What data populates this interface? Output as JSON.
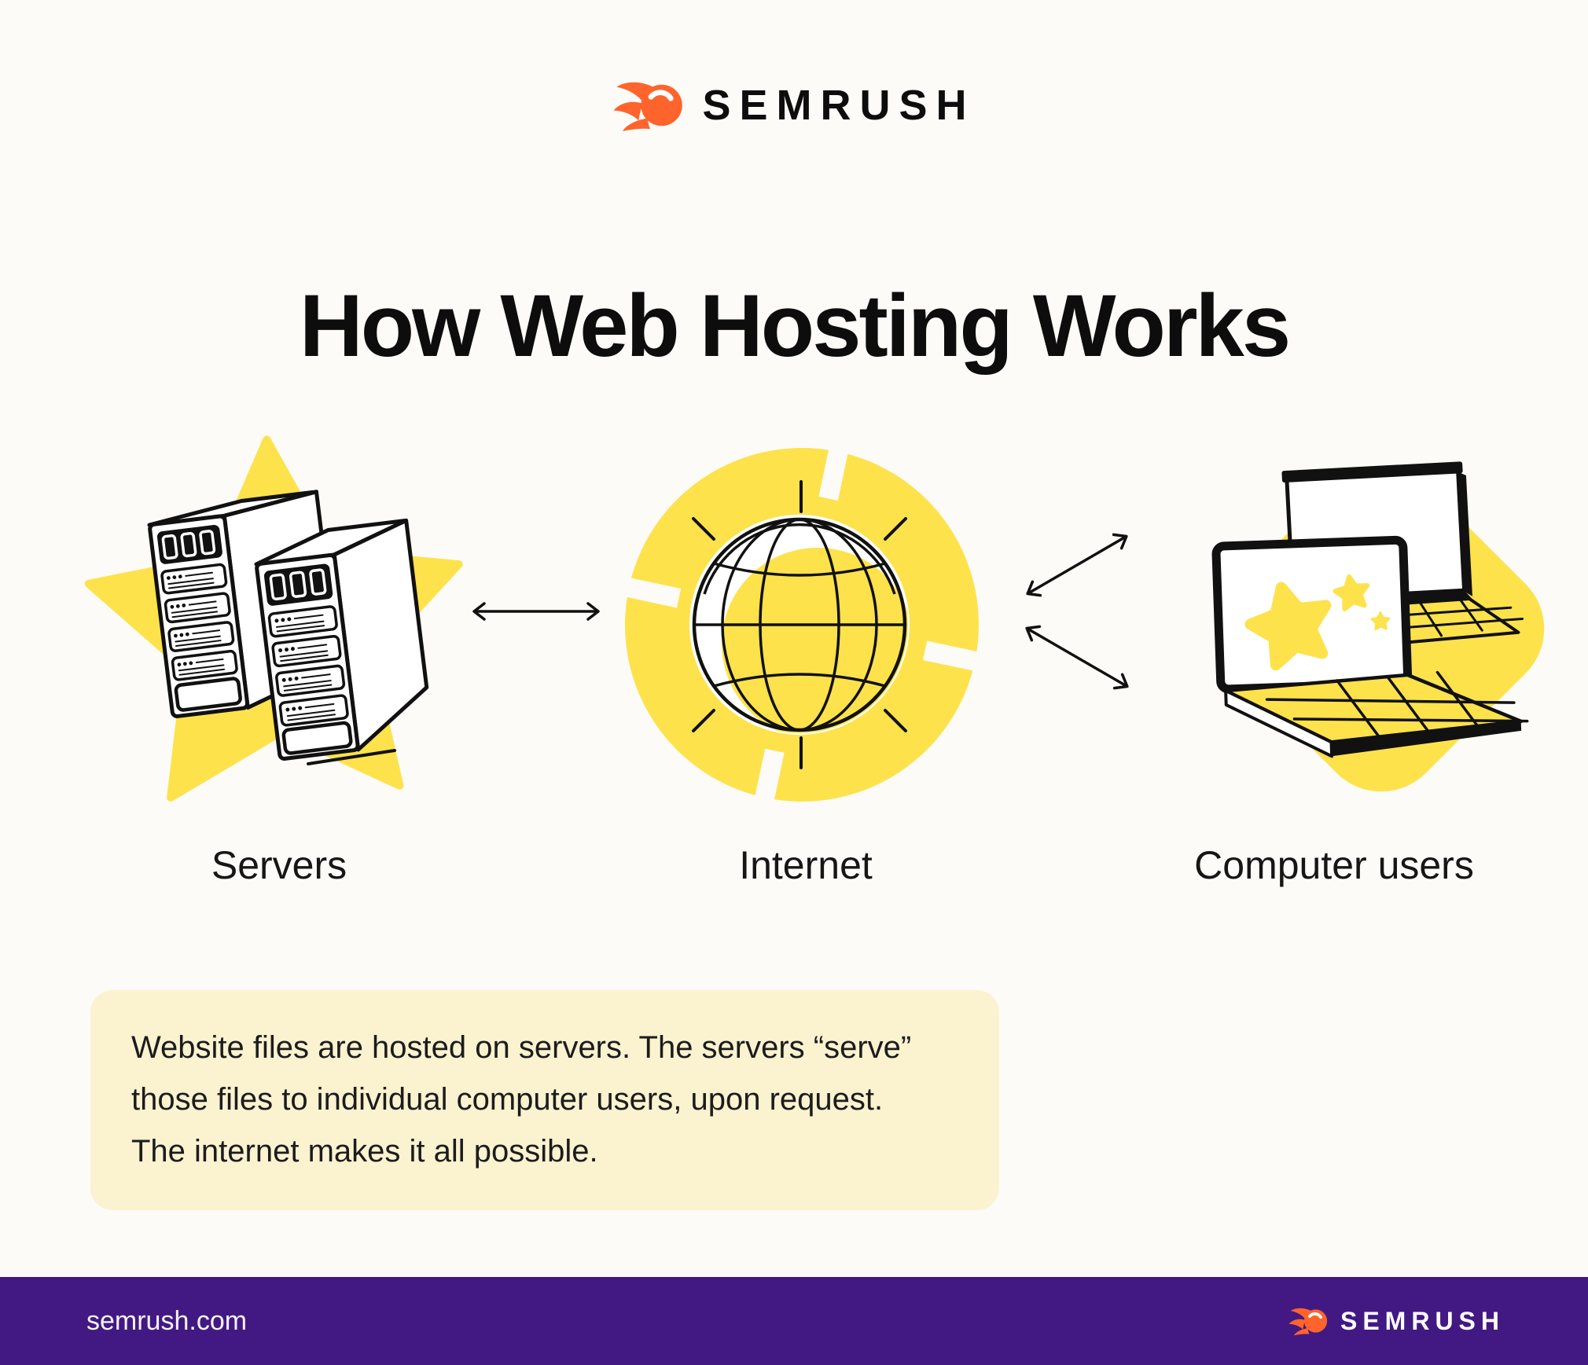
{
  "colors": {
    "bg": "#FCFBF8",
    "yellow": "#FDE24C",
    "cream": "#FBF2D0",
    "purple": "#421983",
    "orange": "#FF642D",
    "ink": "#111111"
  },
  "header": {
    "brand": "SEMRUSH"
  },
  "title": "How Web Hosting Works",
  "diagram": {
    "nodes": [
      {
        "id": "servers",
        "label": "Servers",
        "illustration": "two-server-towers-on-yellow-star"
      },
      {
        "id": "internet",
        "label": "Internet",
        "illustration": "globe-wireframe-on-yellow-disc"
      },
      {
        "id": "computer-users",
        "label": "Computer users",
        "illustration": "two-laptops-on-yellow-diamond"
      }
    ],
    "connections": [
      {
        "from": "servers",
        "to": "internet",
        "style": "horizontal-double-arrow"
      },
      {
        "from": "internet",
        "to": "computer-users",
        "style": "diagonal-double-arrow-up"
      },
      {
        "from": "internet",
        "to": "computer-users",
        "style": "diagonal-double-arrow-down"
      }
    ]
  },
  "note": {
    "lines": [
      "Website files are hosted on servers. The servers “serve”",
      "those files to individual computer users, upon request.",
      "The internet makes it all possible."
    ]
  },
  "footer": {
    "site": "semrush.com",
    "brand": "SEMRUSH"
  }
}
